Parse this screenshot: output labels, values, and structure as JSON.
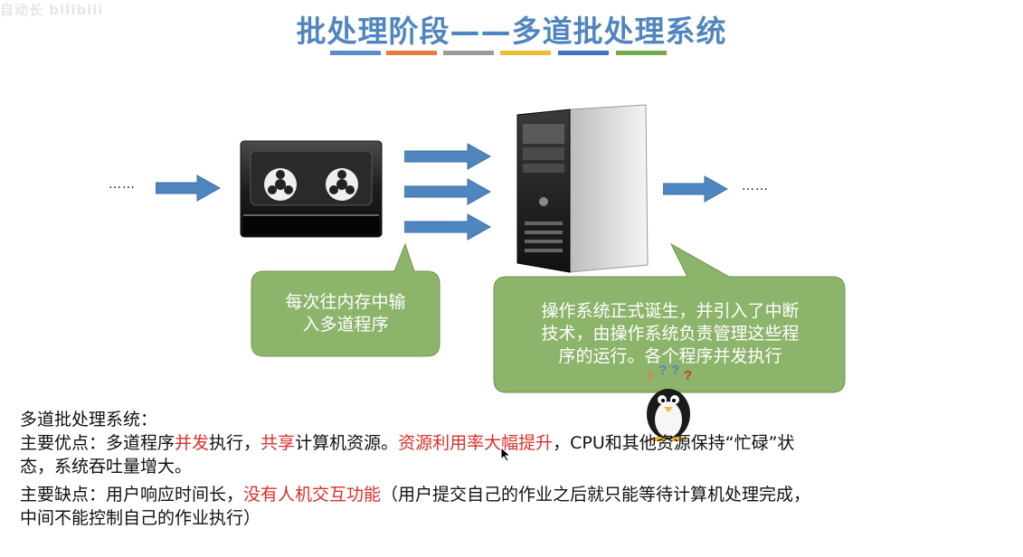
{
  "watermark": "自动长 bilibili",
  "title": "批处理阶段——多道批处理系统",
  "colors": {
    "title": "#4f86c0",
    "arrow": "#4f86c0",
    "bubble": "#8db46b",
    "highlight": "#d9302b",
    "bars": [
      "#5b8ccb",
      "#e57b3c",
      "#9b9b9b",
      "#f0b93a",
      "#4472c4",
      "#72aa4a"
    ]
  },
  "diagram": {
    "left_dots": "……",
    "right_dots": "……",
    "tape_icon": "tape-drive-icon",
    "server_icon": "server-tower-icon",
    "bubble_left": "每次往内存中输\n入多道程序",
    "bubble_right": "操作系统正式诞生，并引入了中断\n技术，由操作系统负责管理这些程\n序的运行。各个程序并发执行",
    "penguin_icon": "confused-penguin-icon",
    "question_marks": [
      "?",
      "?",
      "?",
      "?"
    ]
  },
  "body": {
    "heading": "多道批处理系统：",
    "pros_label": "主要优点：多道程序",
    "pros_concurrent": "并发",
    "pros_t2": "执行，",
    "pros_share": "共享",
    "pros_t3": "计算机资源。",
    "pros_util": "资源利用率大幅提升",
    "pros_t4": "，CPU和其他资源保持“忙碌”状",
    "pros_t5": "态，系统吞吐量增大。",
    "cons_label": "主要缺点：用户响应时间长，",
    "cons_red": "没有人机交互功能",
    "cons_t2": "（用户提交自己的作业之后就只能等待计算机处理完成，",
    "cons_t3": "中间不能控制自己的作业执行）"
  }
}
